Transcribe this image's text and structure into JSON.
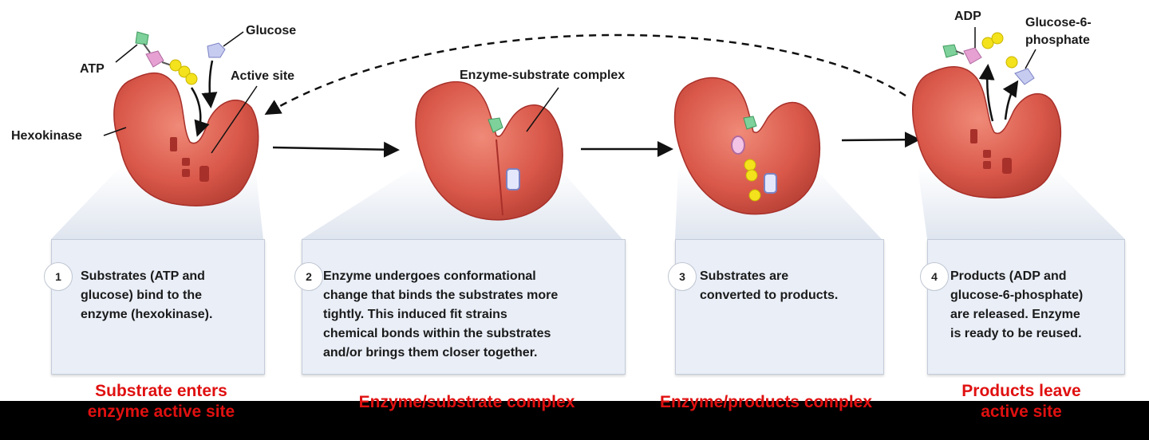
{
  "labels": {
    "atp": "ATP",
    "glucose": "Glucose",
    "active_site": "Active site",
    "hexokinase": "Hexokinase",
    "complex": "Enzyme-substrate complex",
    "adp": "ADP",
    "g6p": "Glucose-6-\nphosphate"
  },
  "steps": [
    {
      "number": "1",
      "text": "Substrates (ATP and\nglucose) bind to the\nenzyme (hexokinase)."
    },
    {
      "number": "2",
      "text": "Enzyme undergoes conformational\nchange that binds the substrates more\ntightly. This induced fit strains\nchemical bonds within the substrates\nand/or brings them closer together."
    },
    {
      "number": "3",
      "text": "Substrates are\nconverted to products."
    },
    {
      "number": "4",
      "text": "Products (ADP and\nglucose-6-phosphate)\nare released. Enzyme\nis ready to be reused."
    }
  ],
  "captions": [
    "Substrate enters\nenzyme active site",
    "Enzyme/substrate complex",
    "Enzyme/products complex",
    "Products leave\nactive site"
  ],
  "colors": {
    "enzyme": "#d9584a",
    "enzyme_dark": "#a8302a",
    "phosphate_yellow": "#f3e21c",
    "adenosine_green": "#7ed19a",
    "ribose_pink": "#e6a0d2",
    "glucose_lavender": "#c6cbf0",
    "caption_red": "#e01010"
  }
}
